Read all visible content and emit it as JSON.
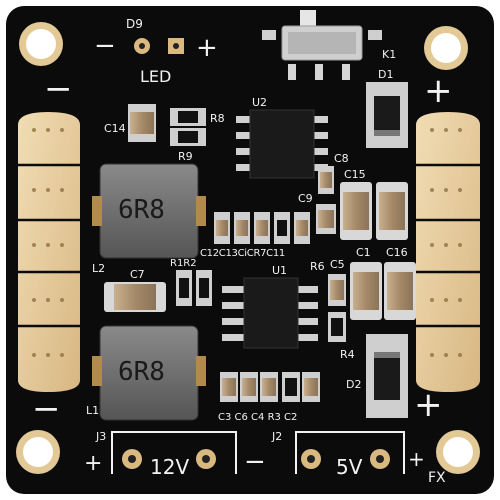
{
  "silkscreen": {
    "led_ref": "D9",
    "led_minus": "−",
    "led_plus": "+",
    "led_label": "LED",
    "switch_ref": "K1",
    "top_left_minus": "−",
    "top_right_plus": "+",
    "bottom_left_minus": "−",
    "bottom_right_plus": "+",
    "d1": "D1",
    "d2": "D2",
    "u1": "U1",
    "u2": "U2",
    "c14": "C14",
    "r8": "R8",
    "r9": "R9",
    "c8": "C8",
    "c9": "C9",
    "c15": "C15",
    "c1": "C1",
    "c16": "C16",
    "c5": "C5",
    "r6": "R6",
    "r4": "R4",
    "l2": "L2",
    "l1": "L1",
    "c7": "C7",
    "row_mid": "C12C13CiCR7C11",
    "r1r2": "R1R2",
    "row_bottom": "C3 C6 C4 R3 C2",
    "j3": "J3",
    "j2": "J2",
    "j3_plus": "+",
    "j3_label": "12V",
    "j2_minus": "−",
    "j2_label": "5V",
    "j2_plus": "+",
    "fx": "FX"
  },
  "inductor_marking_top": "6R8",
  "inductor_marking_bottom": "6R8",
  "colors": {
    "board": "#0b0b0b",
    "gold": "#e9cf9f",
    "silkscreen": "#f2f2f2",
    "inductor": "#6a6a6a"
  }
}
